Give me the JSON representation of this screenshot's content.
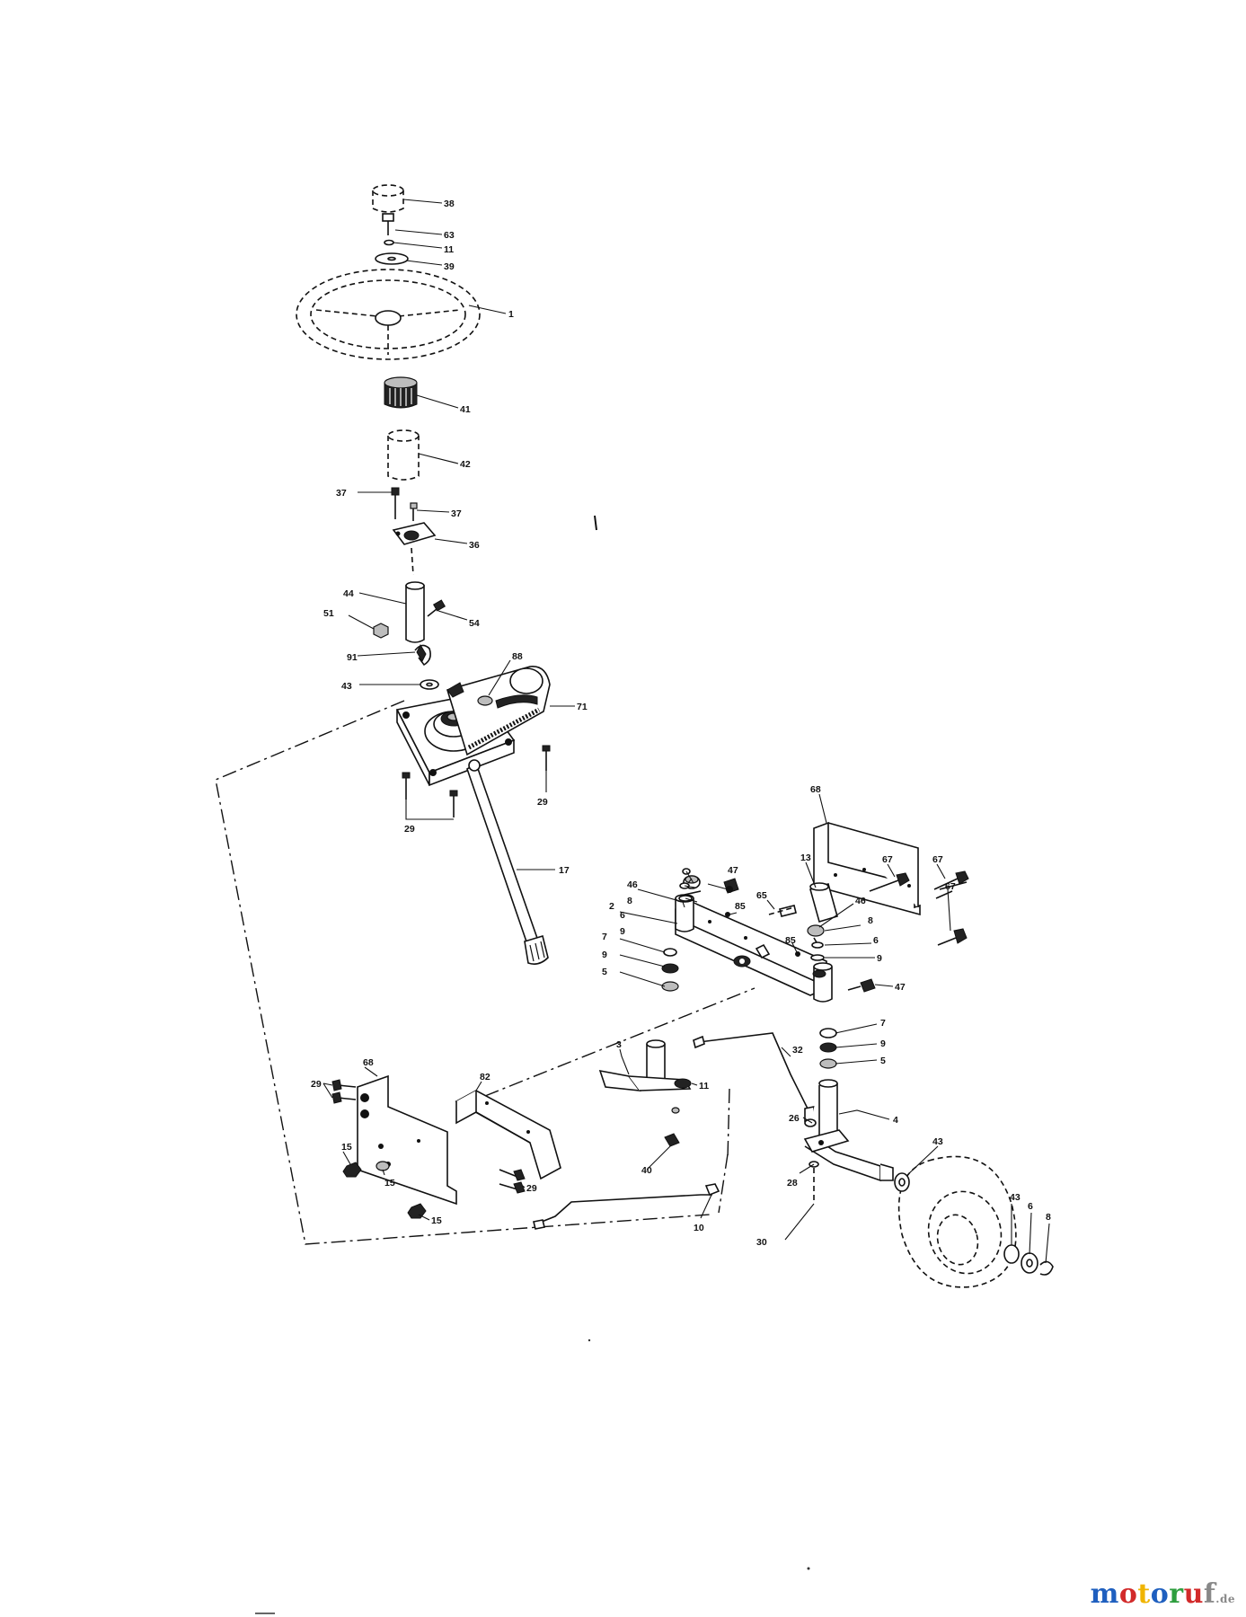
{
  "callouts": {
    "c38": "38",
    "c63": "63",
    "c11a": "11",
    "c39": "39",
    "c1": "1",
    "c41": "41",
    "c42": "42",
    "c37a": "37",
    "c37b": "37",
    "c36": "36",
    "c44": "44",
    "c54": "54",
    "c51": "51",
    "c91": "91",
    "c88": "88",
    "c43a": "43",
    "c71": "71",
    "c29a": "29",
    "c29b": "29",
    "c17": "17",
    "c68a": "68",
    "c67a": "67",
    "c67b": "67",
    "c67c": "67",
    "c13": "13",
    "c46a": "46",
    "c8a": "8",
    "c6a": "6",
    "c9a": "9",
    "c47a": "47",
    "c65": "65",
    "c85a": "85",
    "c2": "2",
    "c7a": "7",
    "c9b": "9",
    "c5a": "5",
    "c85b": "85",
    "c46b": "46",
    "c8b": "8",
    "c6b": "6",
    "c9c": "9",
    "c47b": "47",
    "c7b": "7",
    "c9d": "9",
    "c5b": "5",
    "c32": "32",
    "c3": "3",
    "c11b": "11",
    "c29c": "29",
    "c68b": "68",
    "c82": "82",
    "c15a": "15",
    "c15b": "15",
    "c15c": "15",
    "c29d": "29",
    "c40": "40",
    "c10": "10",
    "c26": "26",
    "c4": "4",
    "c28": "28",
    "c30": "30",
    "c43b": "43",
    "c43c": "43",
    "c6c": "6",
    "c8c": "8"
  },
  "watermark": {
    "brand": "motoruf",
    "suffix": ".de",
    "colors": [
      "#1f5fbf",
      "#d22a2a",
      "#f0b400",
      "#1f5fbf",
      "#2e9e3e",
      "#d22a2a",
      "#888888"
    ]
  }
}
